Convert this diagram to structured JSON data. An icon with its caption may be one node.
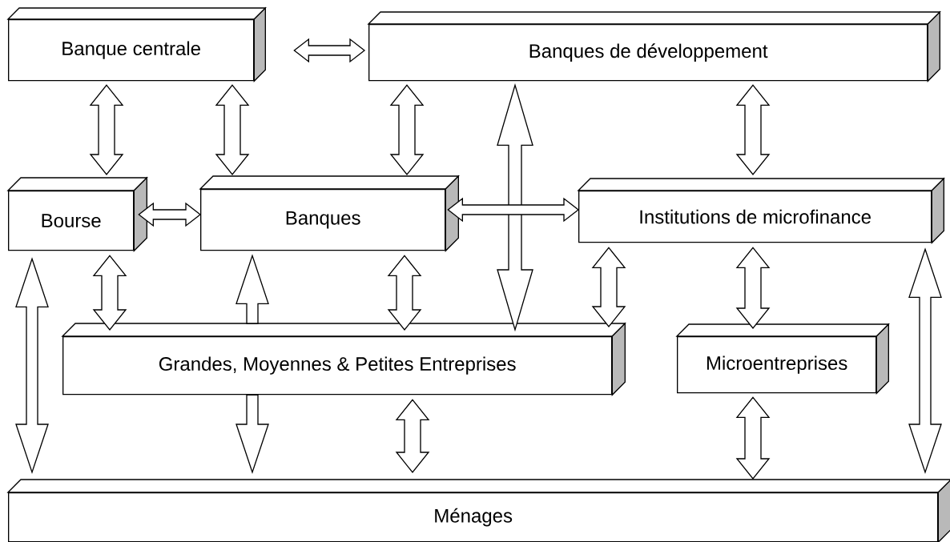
{
  "diagram": {
    "nodes": [
      {
        "text": [
          "Banque centrale"
        ]
      },
      {
        "text": [
          "Banques de développement"
        ]
      },
      {
        "text": [
          "Bourse"
        ]
      },
      {
        "text": [
          "Banques"
        ]
      },
      {
        "text": [
          "Institutions de microfinance"
        ]
      },
      {
        "text": [
          "Grandes, Moyennes & Petites Entreprises"
        ]
      },
      {
        "text": [
          "Microentreprises"
        ]
      },
      {
        "text": [
          "Ménages"
        ]
      }
    ],
    "edges": [
      {
        "from": 0,
        "to": 1,
        "arrow": "both"
      },
      {
        "from": 0,
        "to": 2,
        "arrow": "both"
      },
      {
        "from": 0,
        "to": 3,
        "arrow": "both"
      },
      {
        "from": 1,
        "to": 3,
        "arrow": "both"
      },
      {
        "from": 1,
        "to": 5,
        "arrow": "both"
      },
      {
        "from": 1,
        "to": 4,
        "arrow": "both"
      },
      {
        "from": 2,
        "to": 3,
        "arrow": "both"
      },
      {
        "from": 3,
        "to": 4,
        "arrow": "both"
      },
      {
        "from": 2,
        "to": 5,
        "arrow": "both"
      },
      {
        "from": 5,
        "to": 3,
        "arrow": "to"
      },
      {
        "from": 3,
        "to": 5,
        "arrow": "both"
      },
      {
        "from": 4,
        "to": 5,
        "arrow": "both"
      },
      {
        "from": 4,
        "to": 6,
        "arrow": "both"
      },
      {
        "from": 4,
        "to": 7,
        "arrow": "both"
      },
      {
        "from": 2,
        "to": 7,
        "arrow": "both"
      },
      {
        "from": 5,
        "to": 7,
        "arrow": "both"
      },
      {
        "from": 6,
        "to": 7,
        "arrow": "both"
      },
      {
        "from": 5,
        "to": 7,
        "arrow": "to"
      }
    ]
  }
}
